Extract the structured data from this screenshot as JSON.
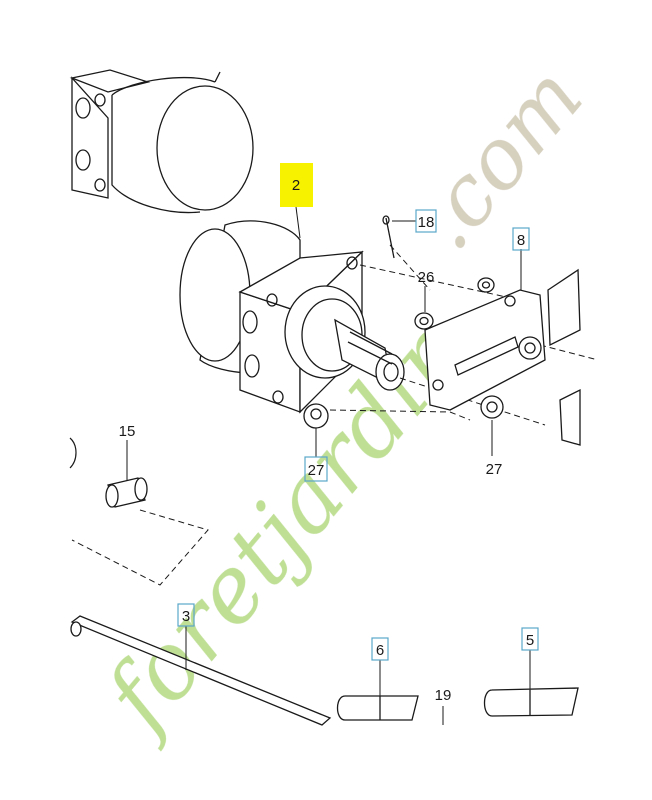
{
  "watermark": {
    "brand": "foretjardin",
    "domain": ".com",
    "color_green": "#b8dc8a",
    "color_gray": "#d2cbb8"
  },
  "callouts": {
    "motor": "2",
    "cotter_pin": "18",
    "bracket": "8",
    "nut_26": "26",
    "nut_27_left": "27",
    "nut_27_right": "27",
    "bushing": "15",
    "shaft": "3",
    "wear_pad_6": "6",
    "wear_pad_5": "5",
    "label_19": "19"
  },
  "colors": {
    "highlight_yellow": "#f7f200",
    "callout_box_blue": "#5aa6c8",
    "line": "#1a1a1a"
  }
}
